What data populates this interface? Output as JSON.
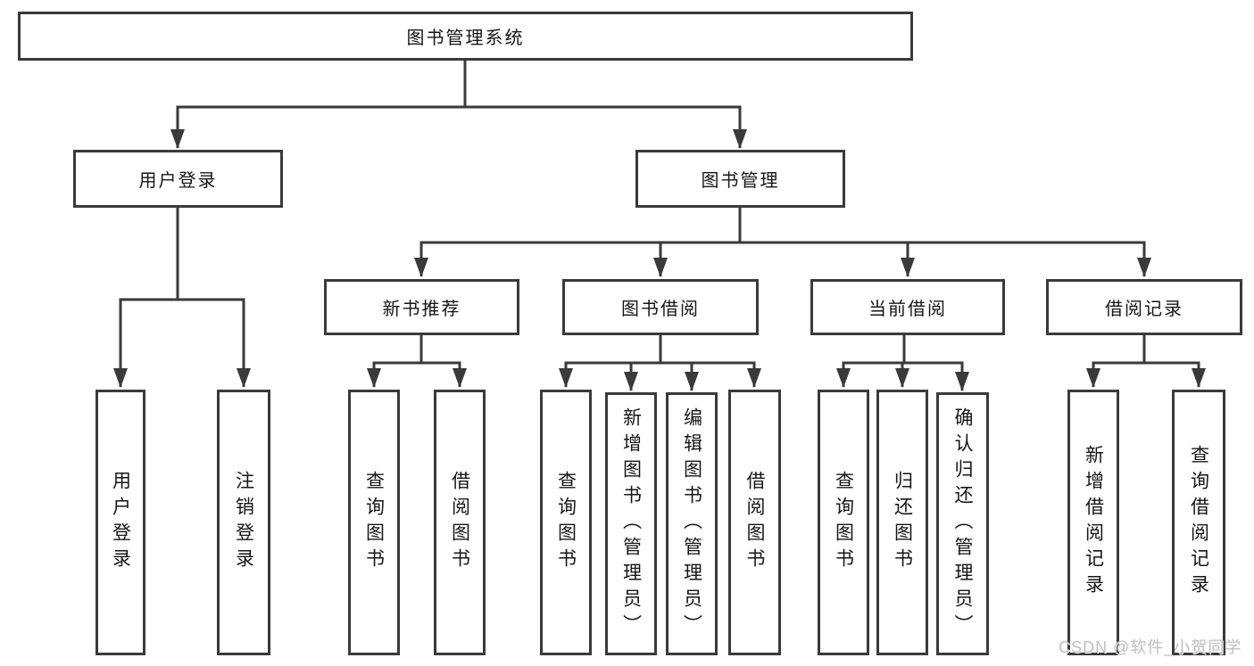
{
  "diagram": {
    "root": "图书管理系统",
    "branches": [
      {
        "label": "用户登录",
        "children": [
          "用户登录",
          "注销登录"
        ]
      },
      {
        "label": "图书管理",
        "groups": [
          {
            "label": "新书推荐",
            "children": [
              "查询图书",
              "借阅图书"
            ]
          },
          {
            "label": "图书借阅",
            "children": [
              "查询图书",
              "新增图书（管理员）",
              "编辑图书（管理员）",
              "借阅图书"
            ]
          },
          {
            "label": "当前借阅",
            "children": [
              "查询图书",
              "归还图书",
              "确认归还（管理员）"
            ]
          },
          {
            "label": "借阅记录",
            "children": [
              "新增借阅记录",
              "查询借阅记录"
            ]
          }
        ]
      }
    ],
    "line_color": "#3a3a3a"
  },
  "watermark": "CSDN @软件_小贺同学"
}
